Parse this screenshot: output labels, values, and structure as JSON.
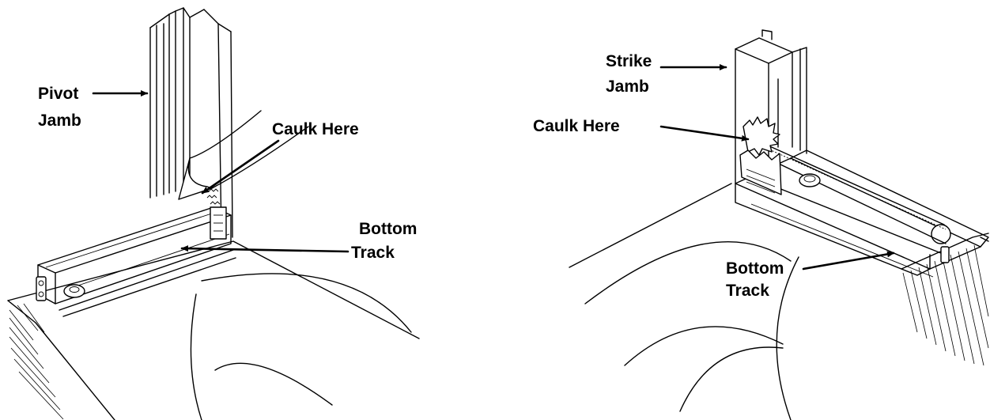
{
  "left_figure": {
    "pivot_jamb": [
      "Pivot",
      "Jamb"
    ],
    "caulk_here": "Caulk Here",
    "bottom_track": [
      "Bottom",
      "Track"
    ]
  },
  "right_figure": {
    "strike_jamb": [
      "Strike",
      "Jamb"
    ],
    "caulk_here": "Caulk Here",
    "bottom_track": [
      "Bottom",
      "Track"
    ]
  }
}
